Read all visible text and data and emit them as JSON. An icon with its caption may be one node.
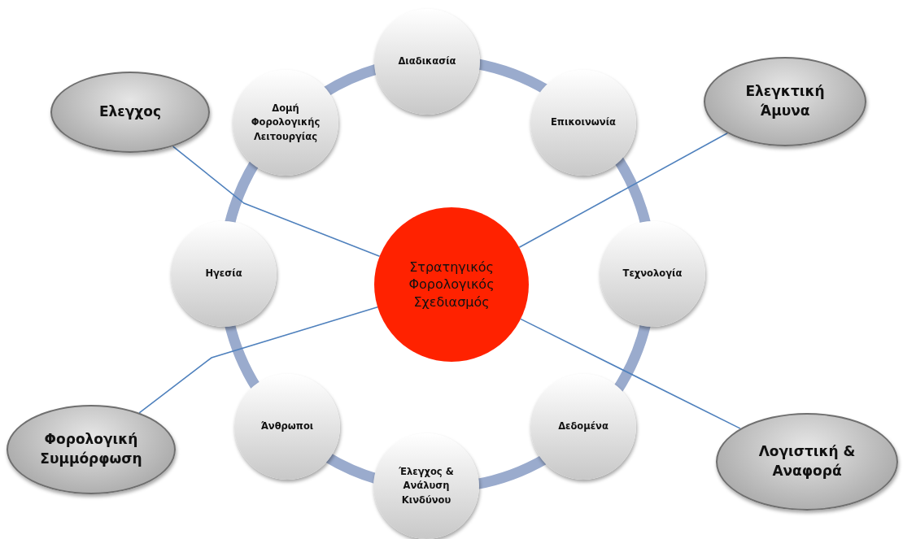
{
  "diagram": {
    "nodes": [
      {
        "text": [
          "Στρατηγικός Φορολογικός Σχεδιασμός"
        ]
      },
      {
        "text": [
          "Διαδικασία"
        ]
      },
      {
        "text": [
          "Επικοινωνία"
        ]
      },
      {
        "text": [
          "Τεχνολογία"
        ]
      },
      {
        "text": [
          "Δεδομένα"
        ]
      },
      {
        "text": [
          "Έλεγχος & Ανάλυση Κινδύνου"
        ]
      },
      {
        "text": [
          "Άνθρωποι"
        ]
      },
      {
        "text": [
          "Ηγεσία"
        ]
      },
      {
        "text": [
          "Δομή Φορολογικής Λειτουργίας"
        ]
      },
      {
        "text": [
          "Ελεγχος"
        ]
      },
      {
        "text": [
          "Ελεγκτική Άμυνα"
        ]
      },
      {
        "text": [
          "Φορολογική Συμμόρφωση"
        ]
      },
      {
        "text": [
          "Λογιστική & Αναφορά"
        ]
      }
    ],
    "edges": [
      {
        "from": 1,
        "to": 2,
        "arrow": "none"
      },
      {
        "from": 2,
        "to": 3,
        "arrow": "none"
      },
      {
        "from": 3,
        "to": 4,
        "arrow": "none"
      },
      {
        "from": 4,
        "to": 5,
        "arrow": "none"
      },
      {
        "from": 5,
        "to": 6,
        "arrow": "none"
      },
      {
        "from": 6,
        "to": 7,
        "arrow": "none"
      },
      {
        "from": 7,
        "to": 8,
        "arrow": "none"
      },
      {
        "from": 8,
        "to": 1,
        "arrow": "none"
      },
      {
        "from": 9,
        "to": 0,
        "arrow": "none",
        "color": "#4f81bd"
      },
      {
        "from": 10,
        "to": 0,
        "arrow": "none",
        "color": "#4f81bd"
      },
      {
        "from": 11,
        "to": 0,
        "arrow": "none",
        "color": "#4f81bd"
      },
      {
        "from": 12,
        "to": 0,
        "arrow": "none",
        "color": "#4f81bd"
      }
    ]
  }
}
